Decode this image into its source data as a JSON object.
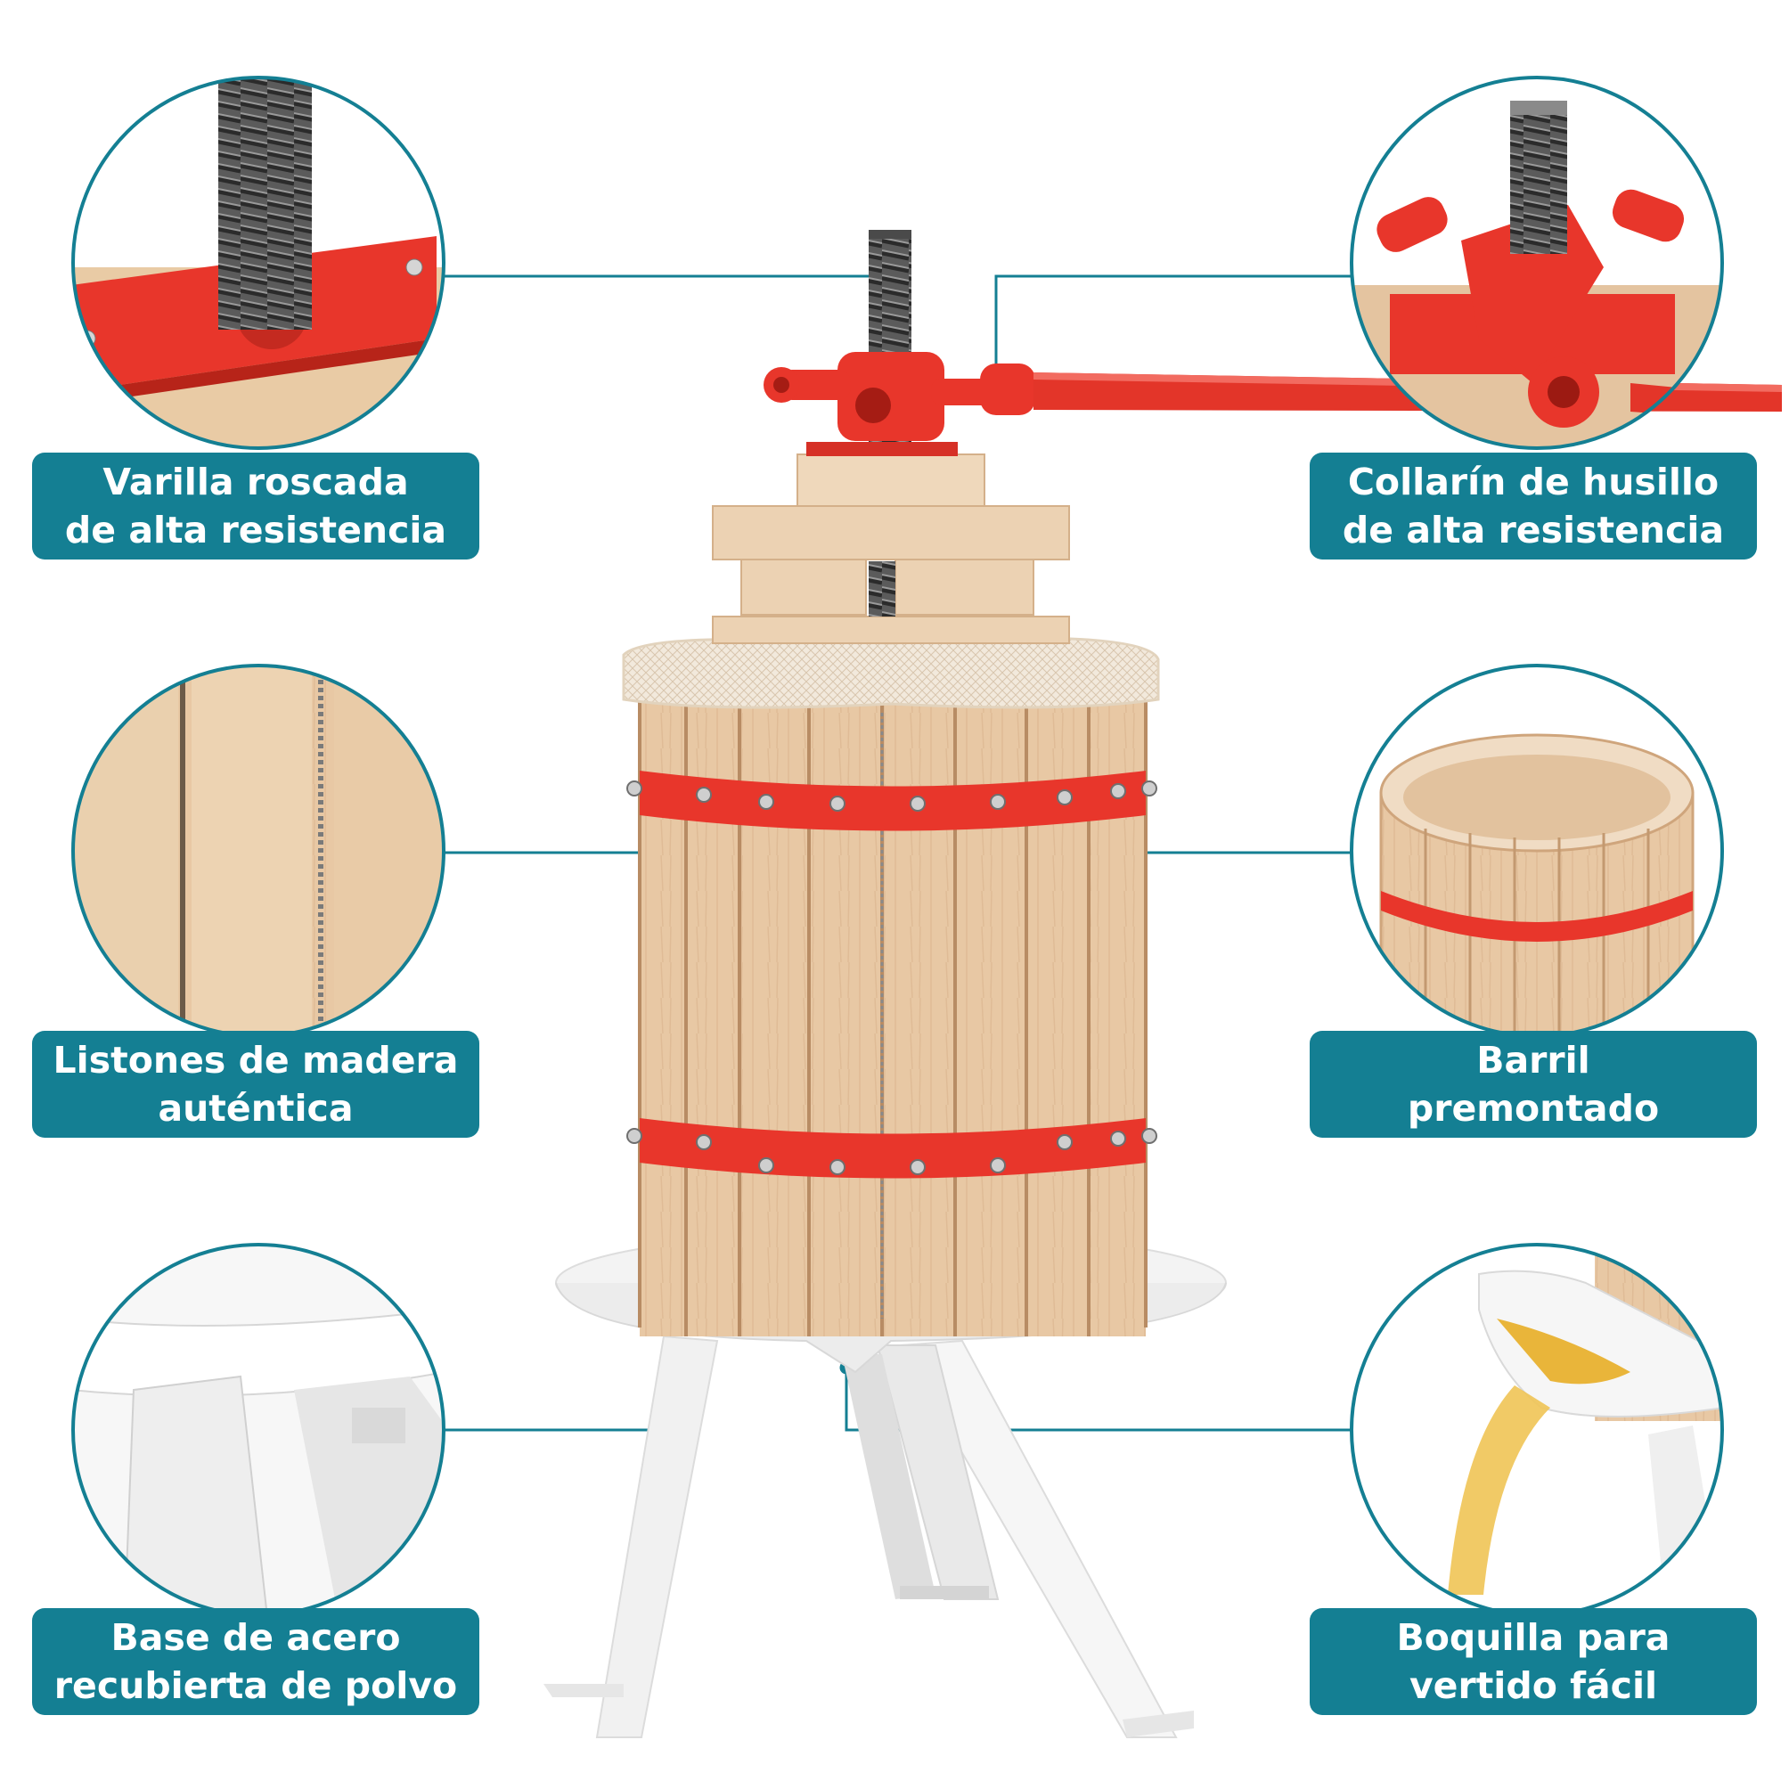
{
  "colors": {
    "accent": "#147f93",
    "press_red": "#e8362b",
    "wood": "#e7c7a3",
    "base_white": "#f4f4f4"
  },
  "callouts": {
    "rod": {
      "line1": "Varilla roscada",
      "line2": "de alta resistencia"
    },
    "collar": {
      "line1": "Collarín de husillo",
      "line2": "de alta resistencia"
    },
    "slats": {
      "line1": "Listones de madera",
      "line2": "auténtica"
    },
    "barrel": {
      "line1": "Barril",
      "line2": "premontado"
    },
    "base": {
      "line1": "Base de acero",
      "line2": "recubierta de polvo"
    },
    "spout": {
      "line1": "Boquilla para",
      "line2": "vertido fácil"
    }
  }
}
